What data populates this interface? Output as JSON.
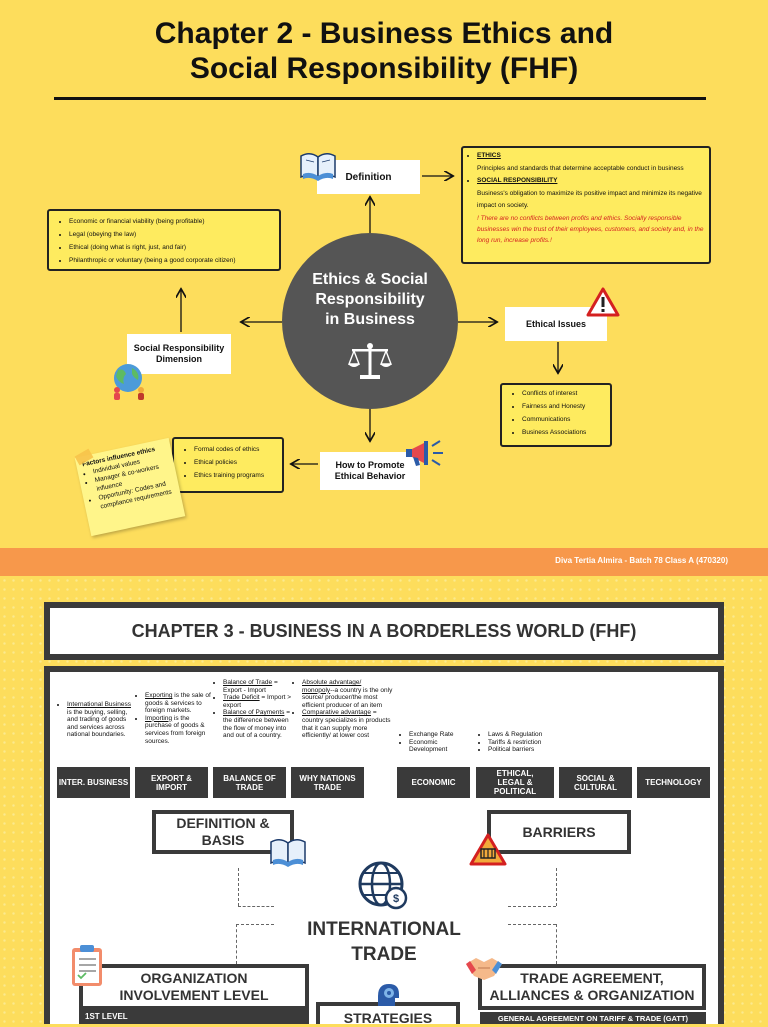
{
  "chapter2": {
    "title_line1": "Chapter 2 - Business Ethics and",
    "title_line2": "Social Responsibility (FHF)",
    "center_line1": "Ethics & Social",
    "center_line2": "Responsibility",
    "center_line3": "in Business",
    "definition_label": "Definition",
    "definition_note": {
      "ethics_head": "ETHICS",
      "ethics_text": "Principles and standards that determine acceptable conduct in business",
      "sr_head": "SOCIAL RESPONSIBILITY",
      "sr_text": "Business's obligation to maximize its positive impact and minimize its negative impact on society.",
      "highlight": "! There are no conflicts between profits and ethics. Socially responsible businesses win the trust of their employees, customers, and society and, in the long run, increase profits.!"
    },
    "sr_dimension_label_1": "Social Responsibility",
    "sr_dimension_label_2": "Dimension",
    "sr_dimension_items": [
      "Economic or financial viability (being profitable)",
      "Legal (obeying the law)",
      "Ethical (doing what is right, just, and fair)",
      "Philanthropic or voluntary (being a good corporate citizen)"
    ],
    "ethical_issues_label": "Ethical Issues",
    "ethical_issues_items": [
      "Conflicts of interest",
      "Fairness and Honesty",
      "Communications",
      "Business Associations"
    ],
    "promote_label_1": "How to Promote",
    "promote_label_2": "Ethical Behavior",
    "promote_items": [
      "Formal codes of ethics",
      "Ethical policies",
      "Ethics training programs"
    ],
    "sticky_title": "Factors influence ethics",
    "sticky_items": [
      "Individual values",
      "Manager & co-workers influence",
      "Opportunity: Codes and compliance requirements"
    ],
    "credit": "Diva Tertia Almira - Batch 78 Class A (470320)"
  },
  "chapter3": {
    "title": "CHAPTER 3 - BUSINESS IN A BORDERLESS WORLD (FHF)",
    "tabs": [
      "INTER. BUSINESS",
      "EXPORT & IMPORT",
      "BALANCE OF TRADE",
      "WHY NATIONS TRADE",
      "ECONOMIC",
      "ETHICAL, LEGAL & POLITICAL",
      "SOCIAL & CULTURAL",
      "TECHNOLOGY"
    ],
    "inter_business": {
      "term": "International Business",
      "text": " is the buying, selling, and trading of goods and services across national boundaries."
    },
    "export_import": {
      "export_term": "Exporting",
      "export_text": " is the sale of goods & services to foreign markets.",
      "import_term": "Importing",
      "import_text": " is the purchase of goods & services from foreign sources."
    },
    "balance": {
      "bot_term": "Balance of Trade",
      "bot_text": " = Export - Import",
      "deficit_term": "Trade Deficit",
      "deficit_text": " = Import > export",
      "bop_term": "Balance of Payments",
      "bop_text": " = the difference between the flow of money into and out of a country."
    },
    "why_trade": {
      "abs_term": "Absolute advantage/ monopoly",
      "abs_text": "--a country is the only source/ producer/the most efficient producer of an item",
      "comp_term": "Comparative advantage",
      "comp_text": " = country specializes in products that it can supply more efficiently/ at lower cost"
    },
    "economic_items": [
      "Exchange Rate",
      "Economic Development"
    ],
    "legal_items": [
      "Laws & Regulation",
      "Tariffs & restriction",
      "Political barriers"
    ],
    "definition_basis_1": "DEFINITION &",
    "definition_basis_2": "BASIS",
    "barriers": "BARRIERS",
    "center_line1": "INTERNATIONAL",
    "center_line2": "TRADE",
    "org_level_1": "ORGANIZATION",
    "org_level_2": "INVOLVEMENT LEVEL",
    "first_level": "1ST LEVEL",
    "strategies": "STRATEGIES",
    "trade_agreement_1": "TRADE AGREEMENT,",
    "trade_agreement_2": "ALLIANCES & ORGANIZATION",
    "gatt": "GENERAL AGREEMENT ON TARIFF & TRADE (GATT)"
  },
  "colors": {
    "background": "#FDDD5C",
    "orange_band": "#F7984B",
    "dark": "#3a3a3a",
    "circle": "#555555",
    "highlight_red": "#D42020"
  },
  "icons": [
    "book-icon",
    "warning-icon",
    "globe-people-icon",
    "megaphone-icon",
    "scale-icon",
    "globe-dollar-icon",
    "clipboard-icon",
    "handshake-icon",
    "gear-head-icon"
  ]
}
